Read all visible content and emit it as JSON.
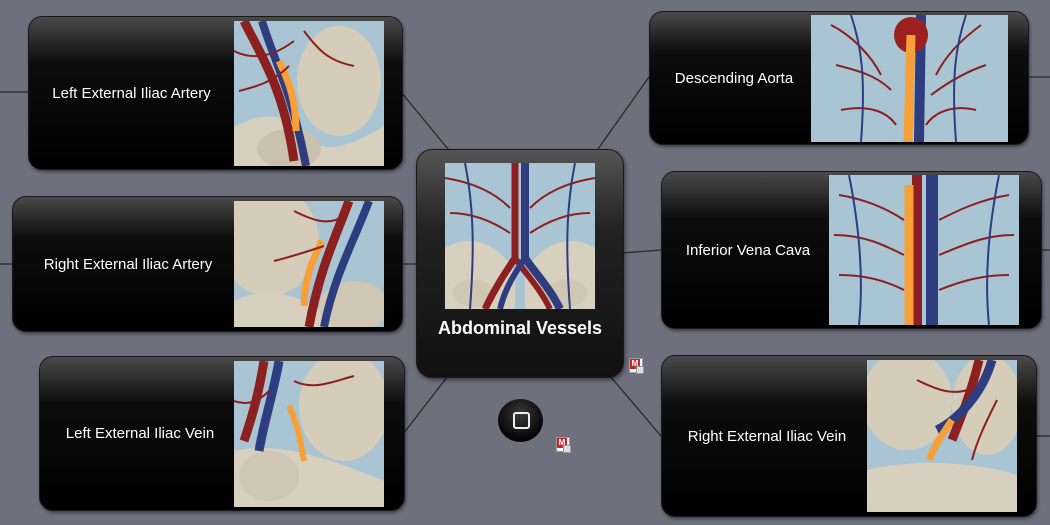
{
  "center": {
    "title": "Abdominal Vessels"
  },
  "nodes": [
    {
      "label": "Left External Iliac Artery"
    },
    {
      "label": "Right External Iliac Artery"
    },
    {
      "label": "Left External Iliac Vein"
    },
    {
      "label": "Descending Aorta"
    },
    {
      "label": "Inferior Vena Cava"
    },
    {
      "label": "Right External Iliac Vein"
    }
  ],
  "icons": {
    "home": "home-square-icon",
    "note": "mindmap-note-icon"
  },
  "colors": {
    "background": "#6e707e",
    "node": "#000000",
    "artery": "#8c1f1f",
    "vein": "#2d3d80",
    "highlight": "#f7a03a",
    "bone": "#d8d0bf",
    "sky": "#a9c5d3"
  },
  "home_label": "",
  "note_label": "M"
}
